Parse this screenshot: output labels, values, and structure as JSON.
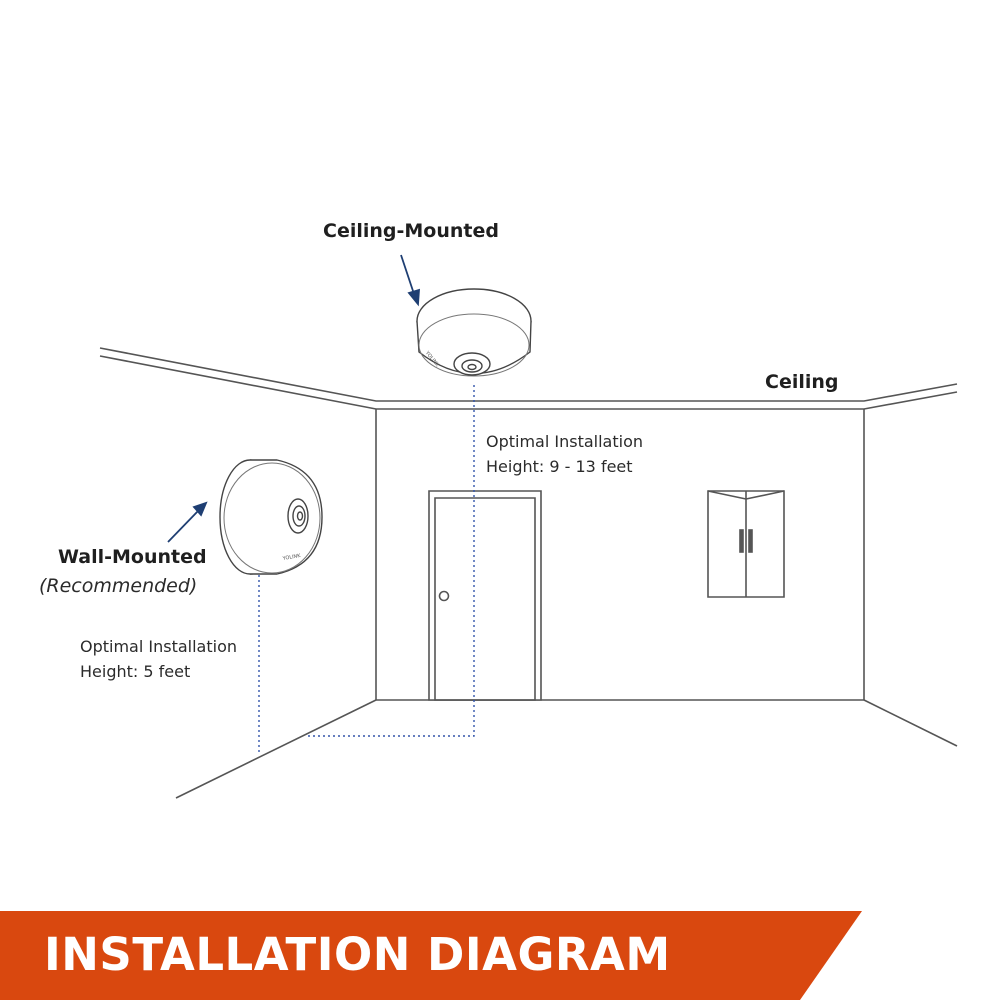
{
  "labels": {
    "ceiling_mounted": "Ceiling-Mounted",
    "ceiling": "Ceiling",
    "wall_mounted": "Wall-Mounted",
    "recommended": "(Recommended)",
    "ceiling_height_line1": "Optimal Installation",
    "ceiling_height_line2": "Height: 9 - 13 feet",
    "wall_height_line1": "Optimal Installation",
    "wall_height_line2": "Height: 5 feet"
  },
  "device_brand_text": "YOLINK",
  "banner": {
    "title": "INSTALLATION DIAGRAM"
  },
  "colors": {
    "banner": "#d9480f",
    "arrow": "#1f3f73",
    "dotted_line": "#3355aa",
    "line": "#555555"
  }
}
